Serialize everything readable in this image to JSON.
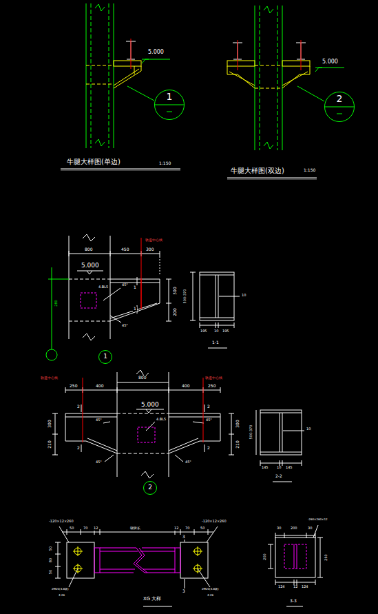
{
  "diagram": {
    "nodes": [
      {
        "text": [
          "1"
        ]
      },
      {
        "text": [
          "2"
        ]
      },
      {
        "text": [
          "1"
        ]
      },
      {
        "text": [
          "2"
        ]
      }
    ],
    "labels": [
      "5.000",
      "牛腿大样图(单边)",
      "1:150",
      "5.000",
      "牛腿大样图(双边)",
      "1:150",
      "轨道中心线",
      "800",
      "450",
      "300",
      "5.000",
      "4.BL5",
      "45°",
      "45°",
      "1",
      "1",
      "500",
      "200",
      "280",
      "500-370",
      "10",
      "195",
      "10",
      "195",
      "1-1",
      "轨道中心线",
      "轨道中心线",
      "250",
      "400",
      "800",
      "400",
      "250",
      "5.000",
      "4.BL5",
      "45°",
      "45°",
      "45°",
      "45°",
      "2",
      "2",
      "2",
      "2",
      "300",
      "210",
      "300",
      "210",
      "500-370",
      "10",
      "145",
      "10",
      "145",
      "2-2",
      "-120×12×260",
      "50",
      "70",
      "12",
      "钢管长",
      "12",
      "70",
      "50",
      "-120×12×260",
      "50",
      "80",
      "50",
      "3",
      "3",
      "2M20(4.8级)",
      "4-26",
      "2M20(4.8级)",
      "4-26",
      "XG 大样",
      "-260×260×12",
      "30",
      "200",
      "30",
      "200",
      "260",
      "124",
      "12",
      "124",
      "3-3"
    ]
  }
}
